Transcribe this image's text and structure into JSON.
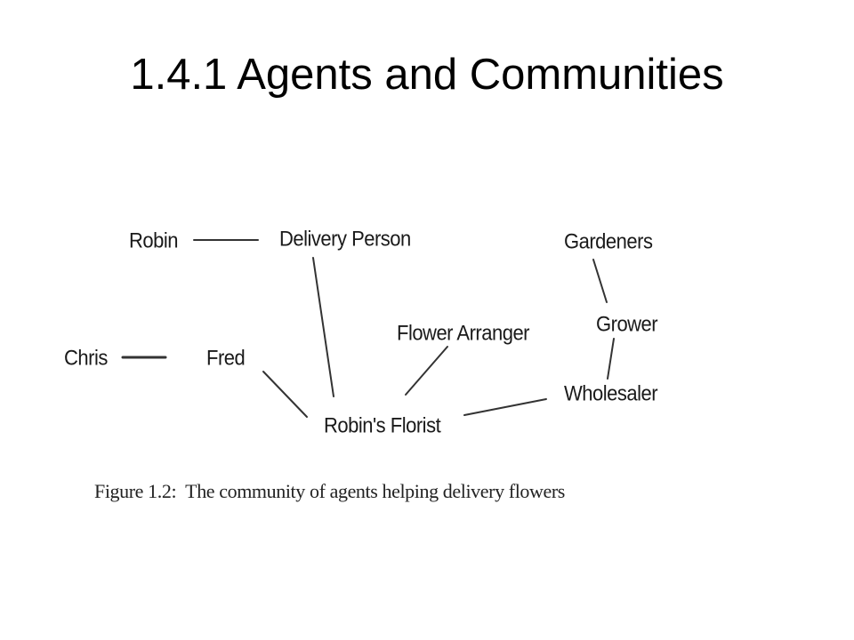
{
  "slide": {
    "title": "1.4.1 Agents and Communities"
  },
  "diagram": {
    "nodes": {
      "robin": "Robin",
      "delivery_person": "Delivery Person",
      "gardeners": "Gardeners",
      "grower": "Grower",
      "flower_arranger": "Flower Arranger",
      "chris": "Chris",
      "fred": "Fred",
      "wholesaler": "Wholesaler",
      "robins_florist": "Robin's Florist"
    },
    "edges": [
      [
        "robin",
        "delivery_person"
      ],
      [
        "chris",
        "fred"
      ],
      [
        "delivery_person",
        "robins_florist"
      ],
      [
        "fred",
        "robins_florist"
      ],
      [
        "flower_arranger",
        "robins_florist"
      ],
      [
        "wholesaler",
        "robins_florist"
      ],
      [
        "gardeners",
        "grower"
      ],
      [
        "grower",
        "wholesaler"
      ]
    ],
    "caption": {
      "label": "Figure 1.2:",
      "text": "The community of agents helping delivery flowers"
    }
  }
}
